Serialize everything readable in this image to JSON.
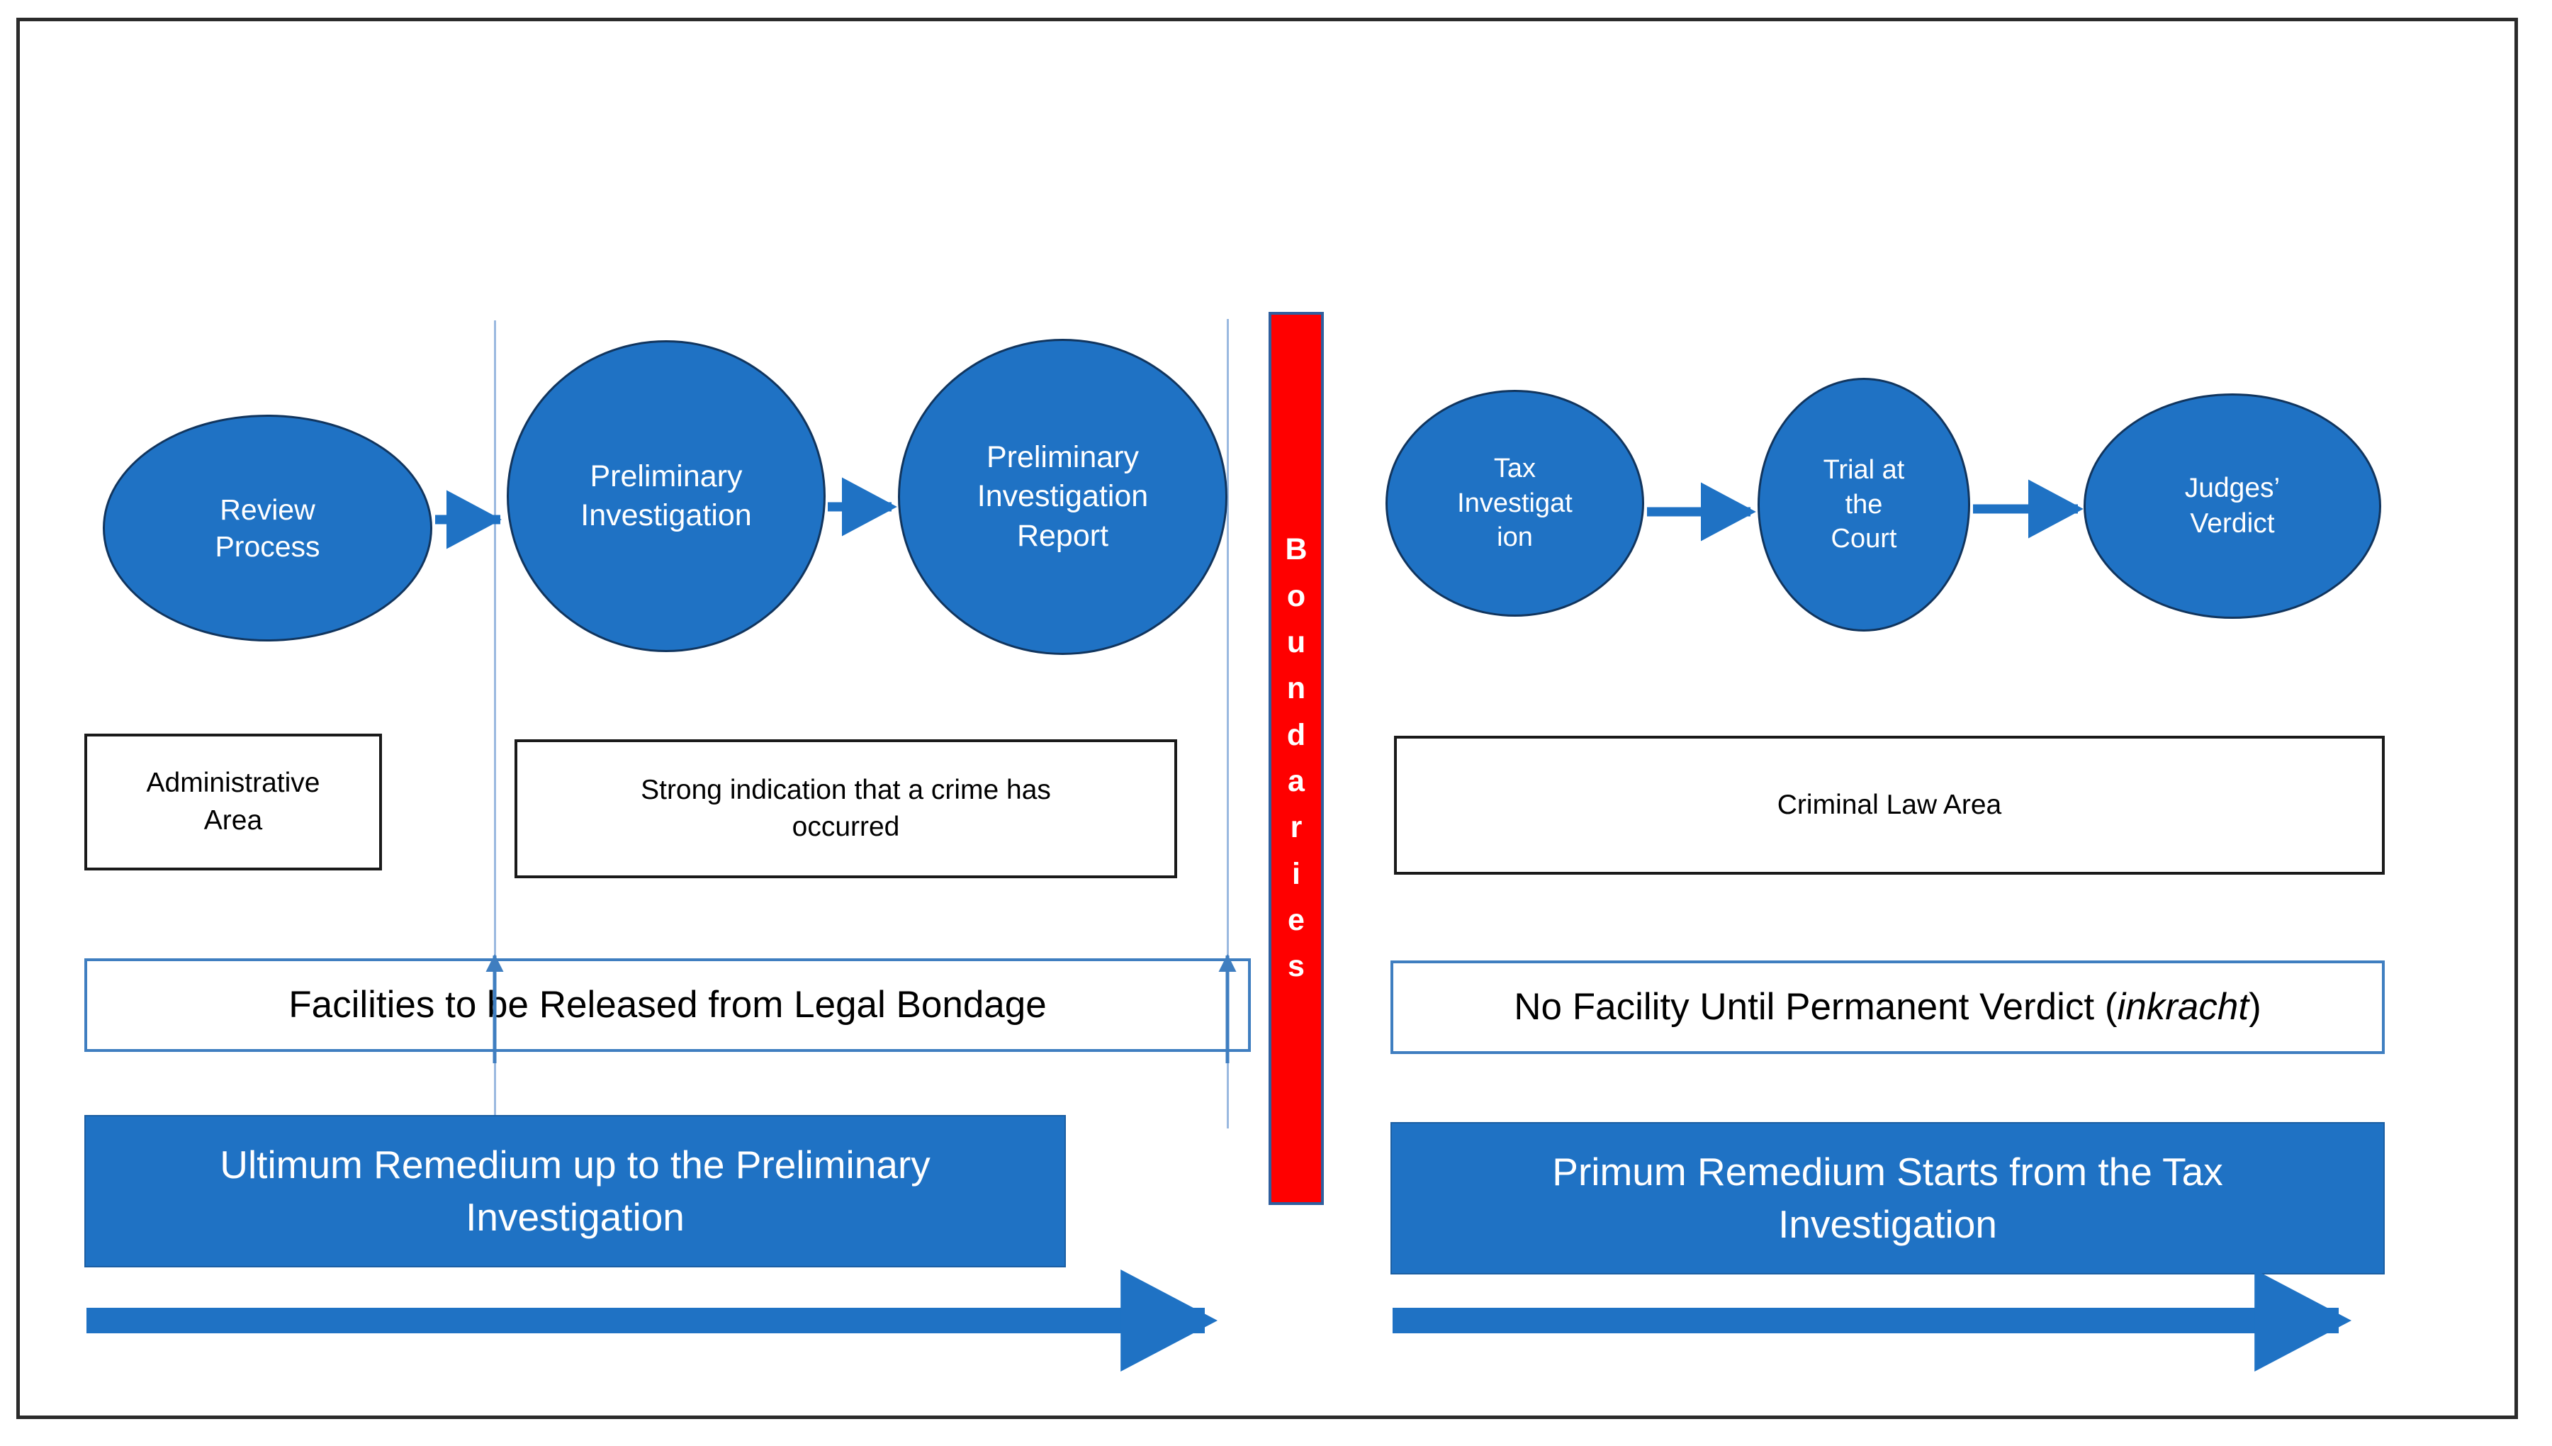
{
  "diagram": {
    "title": "Ultimum Remedium and Primum Remedium Tax Law Process",
    "colors": {
      "node_blue": "#1F72C4",
      "boundary_red": "#FF0000",
      "box_border_dark": "#1A1A1A",
      "box_border_blue": "#3F7EC0",
      "guide_line": "#9AB9E0",
      "frame": "#2B2B2B"
    },
    "boundary": {
      "label": "Boundaries",
      "letters": [
        "B",
        "o",
        "u",
        "n",
        "d",
        "a",
        "r",
        "i",
        "e",
        "s"
      ]
    },
    "left_track": {
      "nodes": [
        {
          "id": "review-process",
          "label": "Review\nProcess"
        },
        {
          "id": "preliminary-investigation",
          "label": "Preliminary\nInvestigation"
        },
        {
          "id": "preliminary-investigation-report",
          "label": "Preliminary\nInvestigation\nReport"
        }
      ],
      "area_box": "Administrative\nArea",
      "criteria_box": "Strong indication that a crime has\noccurred",
      "outcome_box": "Facilities to be Released from Legal Bondage",
      "banner": "Ultimum Remedium up to the Preliminary\nInvestigation"
    },
    "right_track": {
      "nodes": [
        {
          "id": "tax-investigation",
          "label": "Tax\nInvestigat\nion"
        },
        {
          "id": "trial-at-the-court",
          "label": "Trial at\nthe\nCourt"
        },
        {
          "id": "judges-verdict",
          "label": "Judges’\nVerdict"
        }
      ],
      "area_box": "Criminal Law Area",
      "outcome_box_prefix": "No Facility Until Permanent Verdict (",
      "outcome_box_italic": "inkracht",
      "outcome_box_suffix": ")",
      "banner": "Primum Remedium Starts from the Tax\nInvestigation"
    }
  }
}
